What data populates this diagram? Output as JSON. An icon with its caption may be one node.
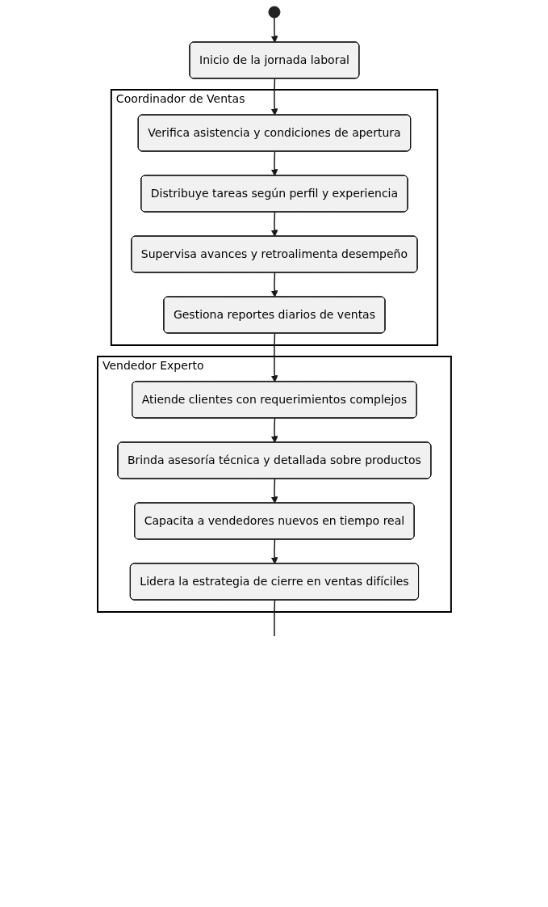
{
  "diagram": {
    "nodes": [
      {
        "text": [],
        "shape": "circle"
      },
      {
        "text": [
          "Inicio de la jornada laboral"
        ]
      },
      {
        "text": [
          "Coordinador de Ventas"
        ]
      },
      {
        "text": [
          "Verifica asistencia y condiciones de apertura"
        ],
        "in": 2
      },
      {
        "text": [
          "Distribuye tareas según perfil y experiencia"
        ],
        "in": 2
      },
      {
        "text": [
          "Supervisa avances y retroalimenta desempeño"
        ],
        "in": 2
      },
      {
        "text": [
          "Gestiona reportes diarios de ventas"
        ],
        "in": 2
      },
      {
        "text": [
          "Vendedor Experto"
        ]
      },
      {
        "text": [
          "Atiende clientes con requerimientos complejos"
        ],
        "in": 7
      },
      {
        "text": [
          "Brinda asesoría técnica y detallada sobre productos"
        ],
        "in": 7
      },
      {
        "text": [
          "Capacita a vendedores nuevos en tiempo real"
        ],
        "in": 7
      },
      {
        "text": [
          "Lidera la estrategia de cierre en ventas difíciles"
        ],
        "in": 7
      }
    ],
    "edges": [
      {
        "from": 0,
        "to": 1,
        "arrow": "to"
      },
      {
        "from": 1,
        "to": 3,
        "arrow": "to"
      },
      {
        "from": 3,
        "to": 4,
        "arrow": "to"
      },
      {
        "from": 4,
        "to": 5,
        "arrow": "to"
      },
      {
        "from": 5,
        "to": 6,
        "arrow": "to"
      },
      {
        "from": 6,
        "to": 8,
        "arrow": "to"
      },
      {
        "from": 8,
        "to": 9,
        "arrow": "to"
      },
      {
        "from": 9,
        "to": 10,
        "arrow": "to"
      },
      {
        "from": 10,
        "to": 11,
        "arrow": "to"
      },
      {
        "from": 11,
        "to": null,
        "arrow": "none"
      }
    ]
  }
}
